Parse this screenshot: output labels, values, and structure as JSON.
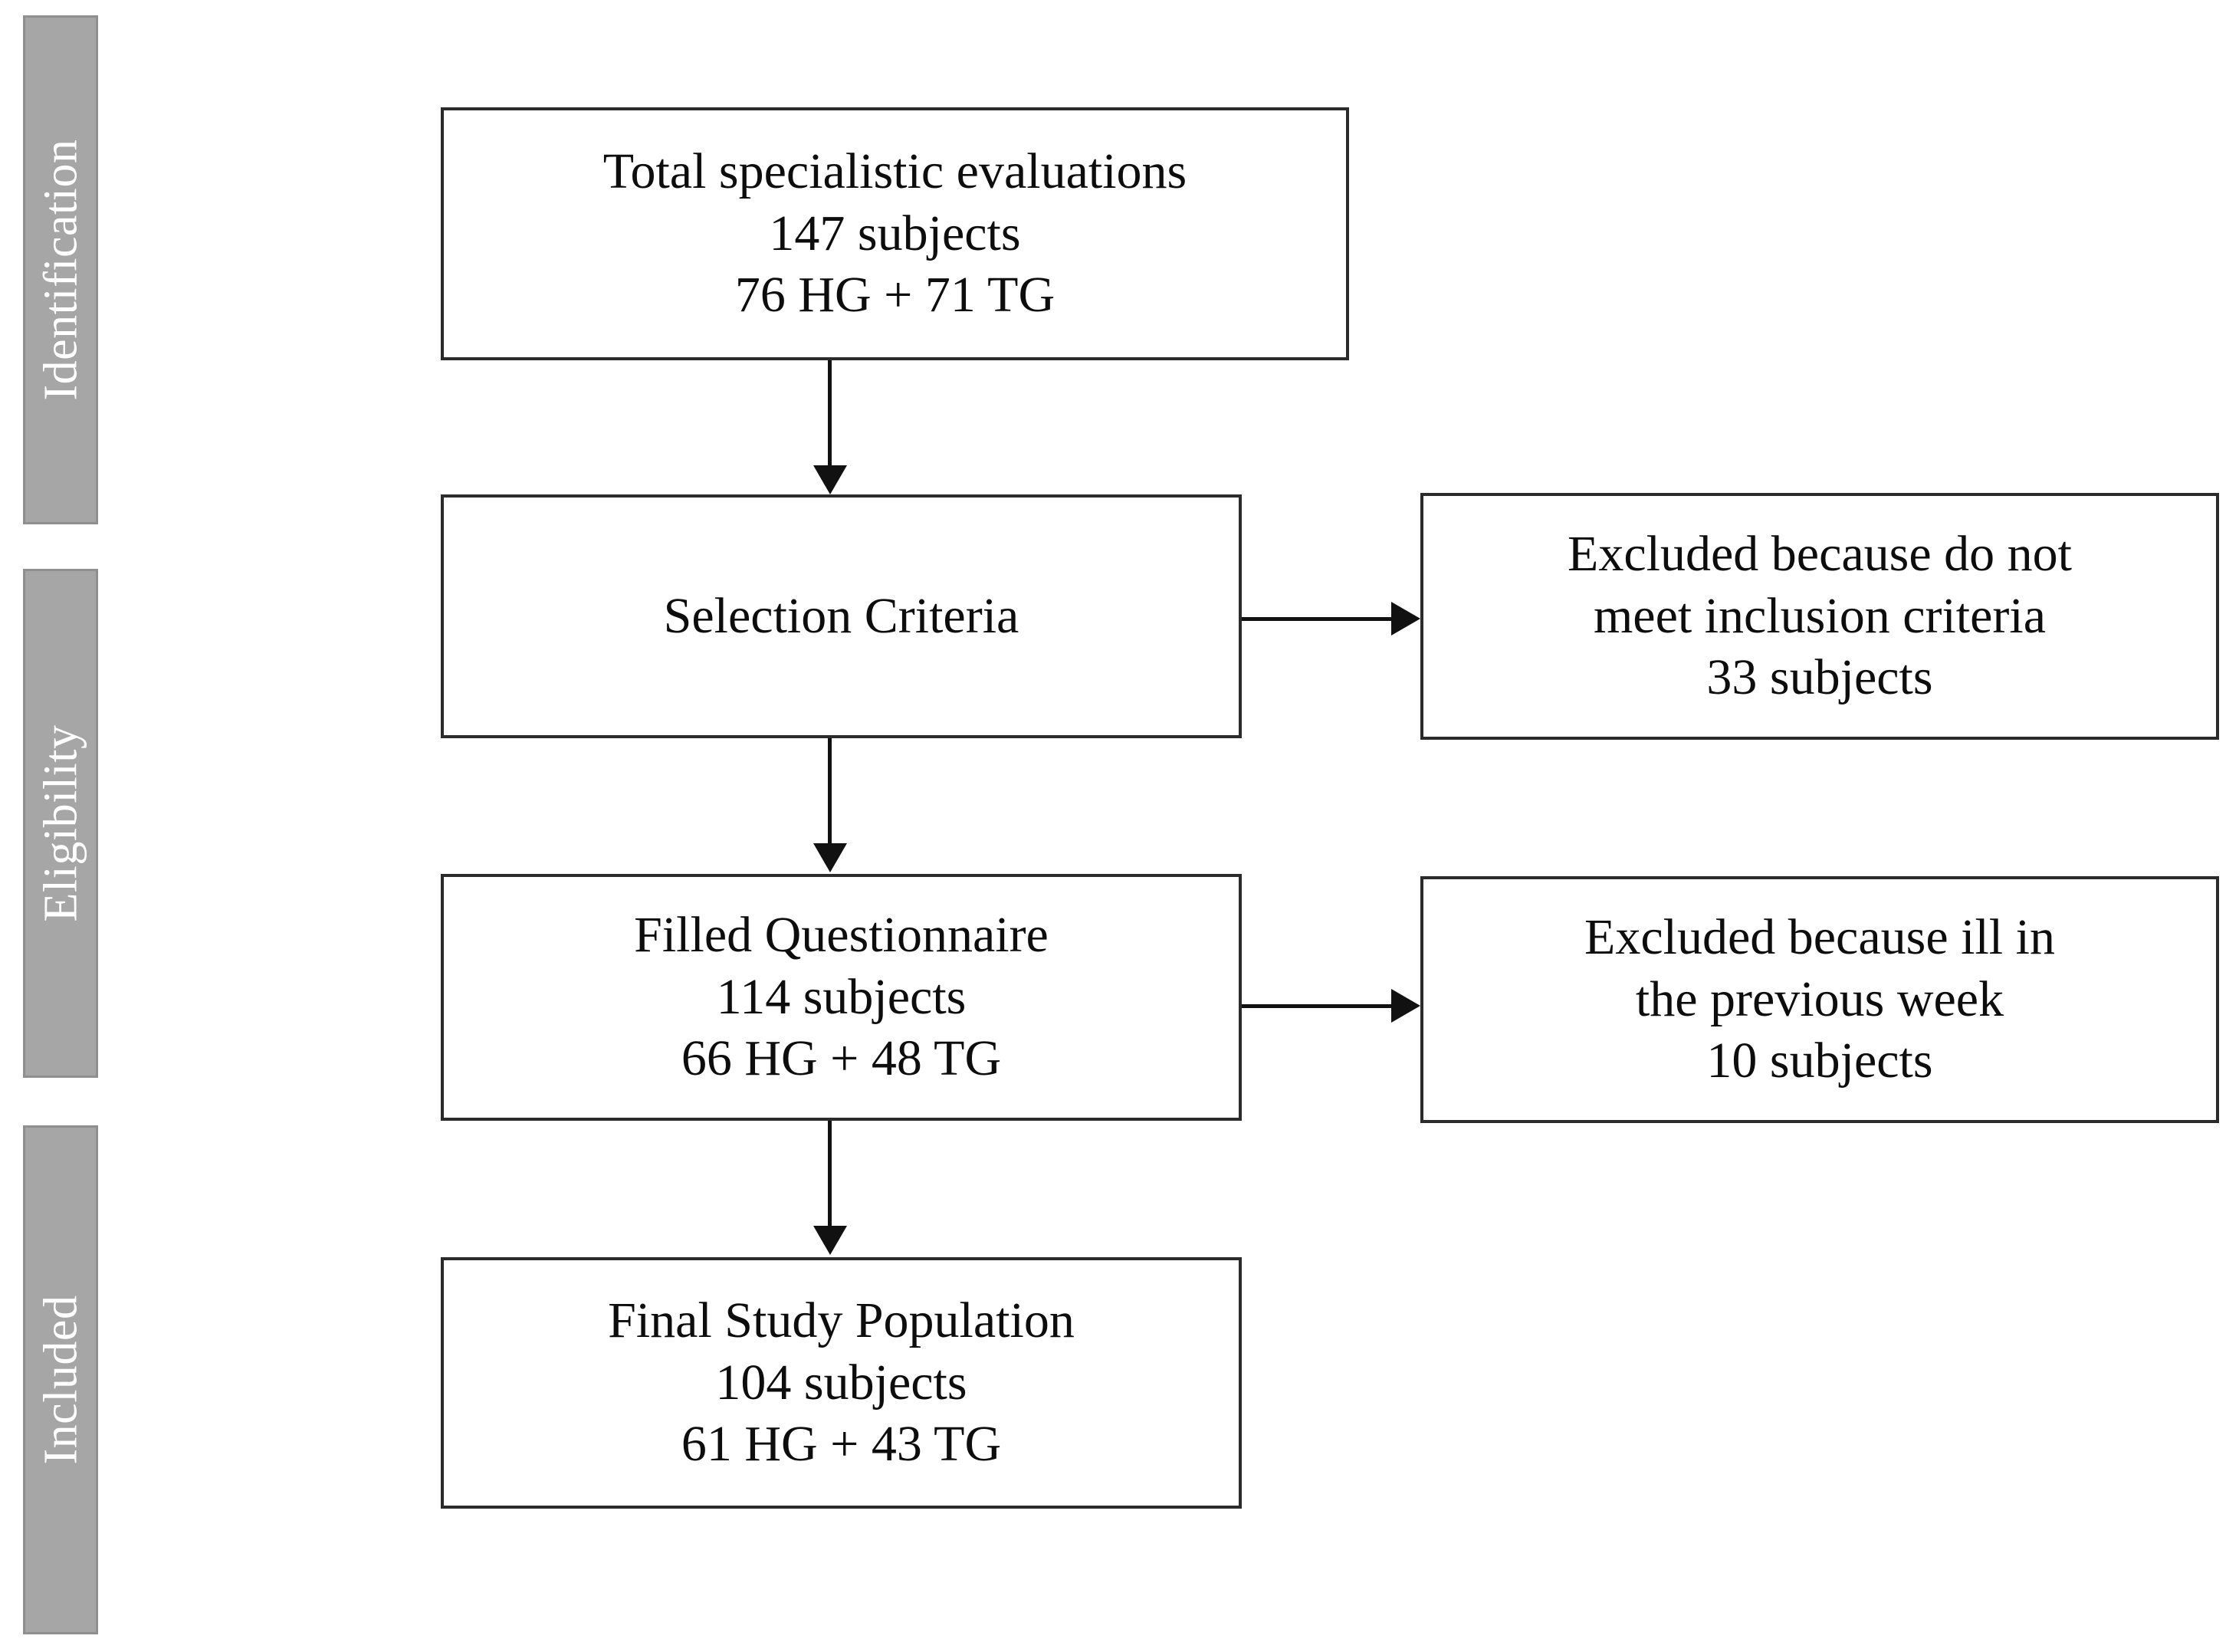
{
  "figure": {
    "type": "prisma-flow-diagram",
    "background_color": "#ffffff",
    "box_border_color": "#2b2b2b",
    "stage_bar_color": "#a6a6a6",
    "stage_label_color": "#ffffff",
    "connector_color": "#111111"
  },
  "stages": [
    {
      "label": "Identification"
    },
    {
      "label": "Eligibility"
    },
    {
      "label": "Included"
    }
  ],
  "boxes": {
    "total_evaluations": {
      "line1": "Total specialistic evaluations",
      "line2": "147 subjects",
      "line3": "76 HG + 71 TG"
    },
    "selection_criteria": {
      "line1": "Selection Criteria"
    },
    "excluded_inclusion": {
      "line1": "Excluded because do not",
      "line2": "meet inclusion criteria",
      "line3": "33 subjects"
    },
    "filled_questionnaire": {
      "line1": "Filled Questionnaire",
      "line2": "114 subjects",
      "line3": "66 HG + 48 TG"
    },
    "excluded_ill": {
      "line1": "Excluded because ill in",
      "line2": "the previous week",
      "line3": "10 subjects"
    },
    "final_population": {
      "line1": "Final Study Population",
      "line2": "104 subjects",
      "line3": "61 HG + 43 TG"
    }
  },
  "chart_data": {
    "type": "flowchart",
    "title": "",
    "nodes": [
      {
        "id": "total_evaluations",
        "stage": "Identification",
        "label": "Total specialistic evaluations",
        "subjects": 147,
        "groups": {
          "HG": 76,
          "TG": 71
        }
      },
      {
        "id": "selection_criteria",
        "stage": "Eligibility",
        "label": "Selection Criteria"
      },
      {
        "id": "excluded_inclusion",
        "stage": "Eligibility",
        "label": "Excluded because do not meet inclusion criteria",
        "subjects": 33
      },
      {
        "id": "filled_questionnaire",
        "stage": "Eligibility",
        "label": "Filled Questionnaire",
        "subjects": 114,
        "groups": {
          "HG": 66,
          "TG": 48
        }
      },
      {
        "id": "excluded_ill",
        "stage": "Eligibility",
        "label": "Excluded because ill in the previous week",
        "subjects": 10
      },
      {
        "id": "final_population",
        "stage": "Included",
        "label": "Final Study Population",
        "subjects": 104,
        "groups": {
          "HG": 61,
          "TG": 43
        }
      }
    ],
    "edges": [
      {
        "from": "total_evaluations",
        "to": "selection_criteria",
        "direction": "down"
      },
      {
        "from": "selection_criteria",
        "to": "excluded_inclusion",
        "direction": "right"
      },
      {
        "from": "selection_criteria",
        "to": "filled_questionnaire",
        "direction": "down"
      },
      {
        "from": "filled_questionnaire",
        "to": "excluded_ill",
        "direction": "right"
      },
      {
        "from": "filled_questionnaire",
        "to": "final_population",
        "direction": "down"
      }
    ]
  }
}
